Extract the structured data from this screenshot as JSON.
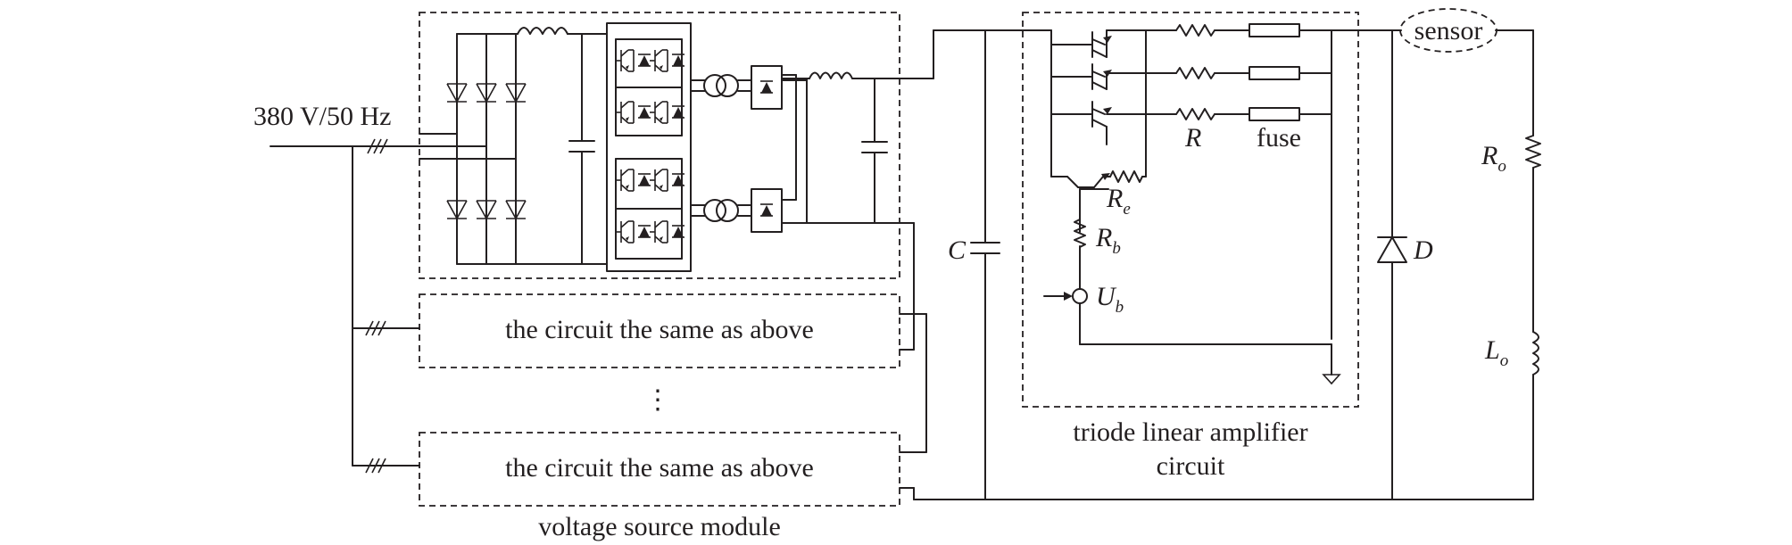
{
  "labels": {
    "input_voltage": "380 V/50 Hz",
    "sensor": "sensor",
    "same_circuit_1": "the circuit the same as above",
    "same_circuit_2": "the circuit the same as above",
    "ellipsis": "⋮",
    "voltage_source_module": "voltage source module",
    "amp_caption_1": "triode linear amplifier",
    "amp_caption_2": "circuit",
    "cap_C": "C",
    "diode_D": "D",
    "res_R": "R",
    "fuse": "fuse",
    "Re_main": "R",
    "Re_sub": "e",
    "Rb_main": "R",
    "Rb_sub": "b",
    "Ub_main": "U",
    "Ub_sub": "b",
    "Ro_main": "R",
    "Ro_sub": "o",
    "Lo_main": "L",
    "Lo_sub": "o"
  },
  "colors": {
    "line": "#231f20",
    "background": "#ffffff"
  }
}
